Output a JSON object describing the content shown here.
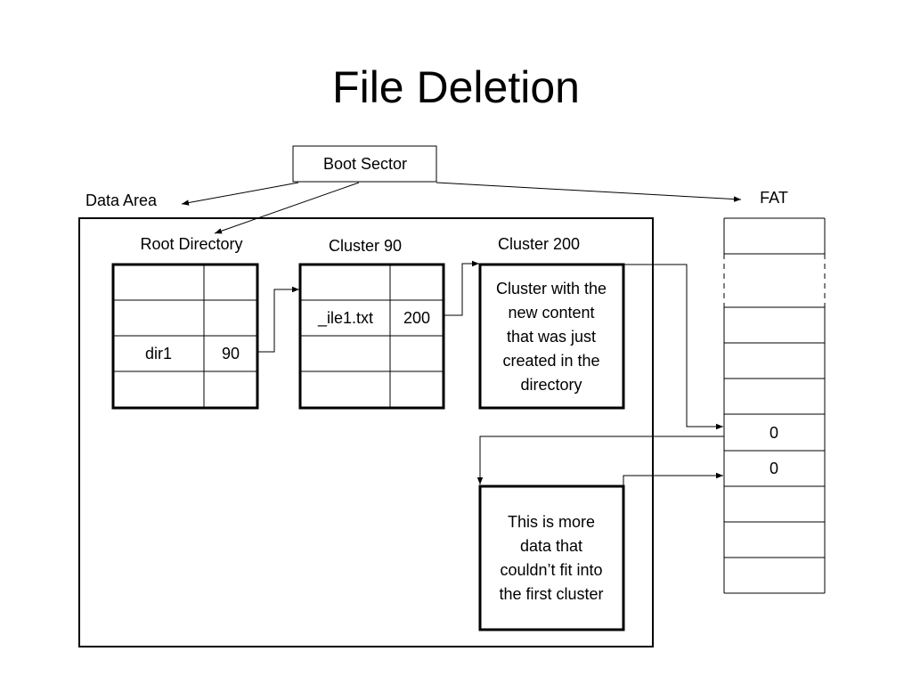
{
  "title": "File Deletion",
  "boot_sector": "Boot Sector",
  "data_area": "Data Area",
  "fat": {
    "label": "FAT",
    "rows": [
      "",
      "",
      "",
      "",
      "",
      "0",
      "0",
      "",
      "",
      ""
    ]
  },
  "root_directory": {
    "label": "Root Directory",
    "rows": [
      [
        "",
        ""
      ],
      [
        "",
        ""
      ],
      [
        "dir1",
        "90"
      ],
      [
        "",
        ""
      ]
    ]
  },
  "cluster90": {
    "label": "Cluster 90",
    "rows": [
      [
        "",
        ""
      ],
      [
        "_ile1.txt",
        "200"
      ],
      [
        "",
        ""
      ],
      [
        "",
        ""
      ]
    ]
  },
  "cluster200": {
    "label": "Cluster 200",
    "text": [
      "Cluster with the",
      "new content",
      "that was just",
      "created in the",
      "directory"
    ]
  },
  "next_cluster": {
    "text": [
      "This is more",
      "data that",
      "couldn’t fit into",
      "the first cluster"
    ]
  }
}
